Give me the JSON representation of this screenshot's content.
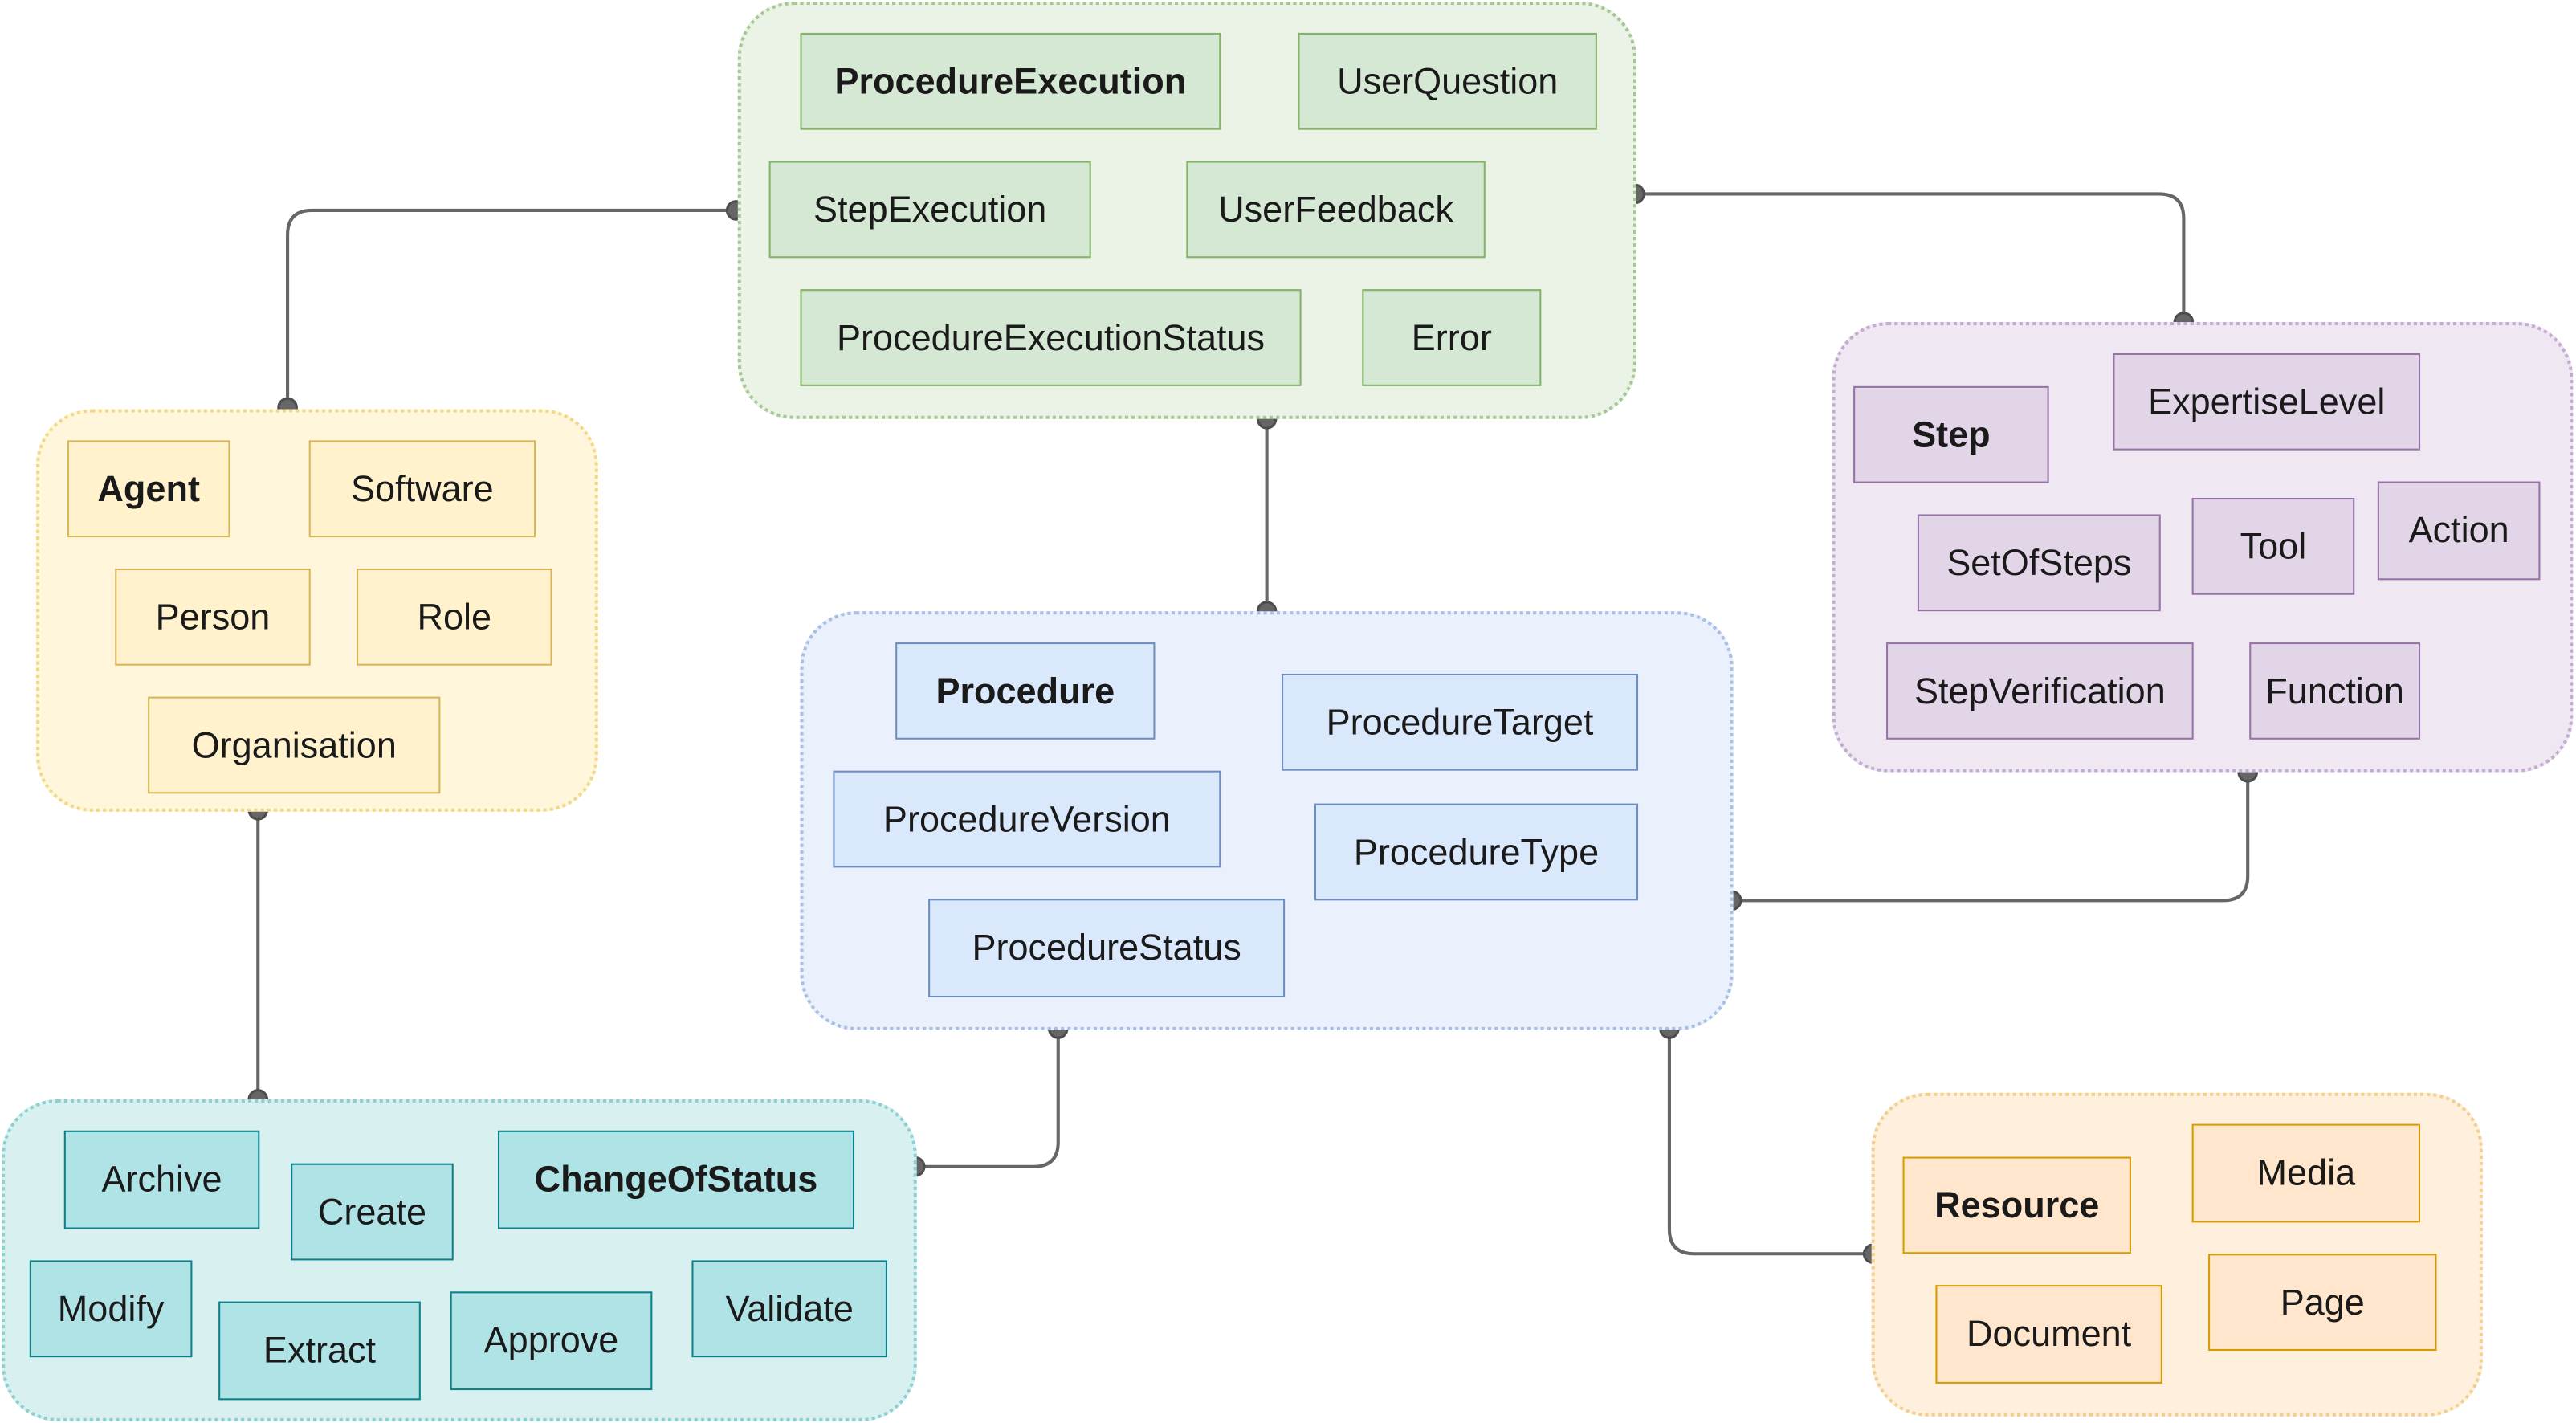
{
  "colors": {
    "execution": "#d5e8d4",
    "agent": "#fff2cc",
    "procedure": "#dae8fc",
    "step": "#e1d5e7",
    "change": "#b0e3e6",
    "resource": "#ffe6cc",
    "connector": "#666666"
  },
  "groups": {
    "execution": {
      "procedure_execution": "ProcedureExecution",
      "user_question": "UserQuestion",
      "step_execution": "StepExecution",
      "user_feedback": "UserFeedback",
      "procedure_execution_status": "ProcedureExecutionStatus",
      "error": "Error"
    },
    "agent": {
      "agent": "Agent",
      "software": "Software",
      "person": "Person",
      "role": "Role",
      "organisation": "Organisation"
    },
    "procedure": {
      "procedure": "Procedure",
      "procedure_target": "ProcedureTarget",
      "procedure_version": "ProcedureVersion",
      "procedure_type": "ProcedureType",
      "procedure_status": "ProcedureStatus"
    },
    "step": {
      "step": "Step",
      "expertise_level": "ExpertiseLevel",
      "set_of_steps": "SetOfSteps",
      "tool": "Tool",
      "action": "Action",
      "step_verification": "StepVerification",
      "function": "Function"
    },
    "change": {
      "archive": "Archive",
      "create": "Create",
      "change_of_status": "ChangeOfStatus",
      "modify": "Modify",
      "extract": "Extract",
      "approve": "Approve",
      "validate": "Validate"
    },
    "resource": {
      "resource": "Resource",
      "media": "Media",
      "document": "Document",
      "page": "Page"
    }
  }
}
